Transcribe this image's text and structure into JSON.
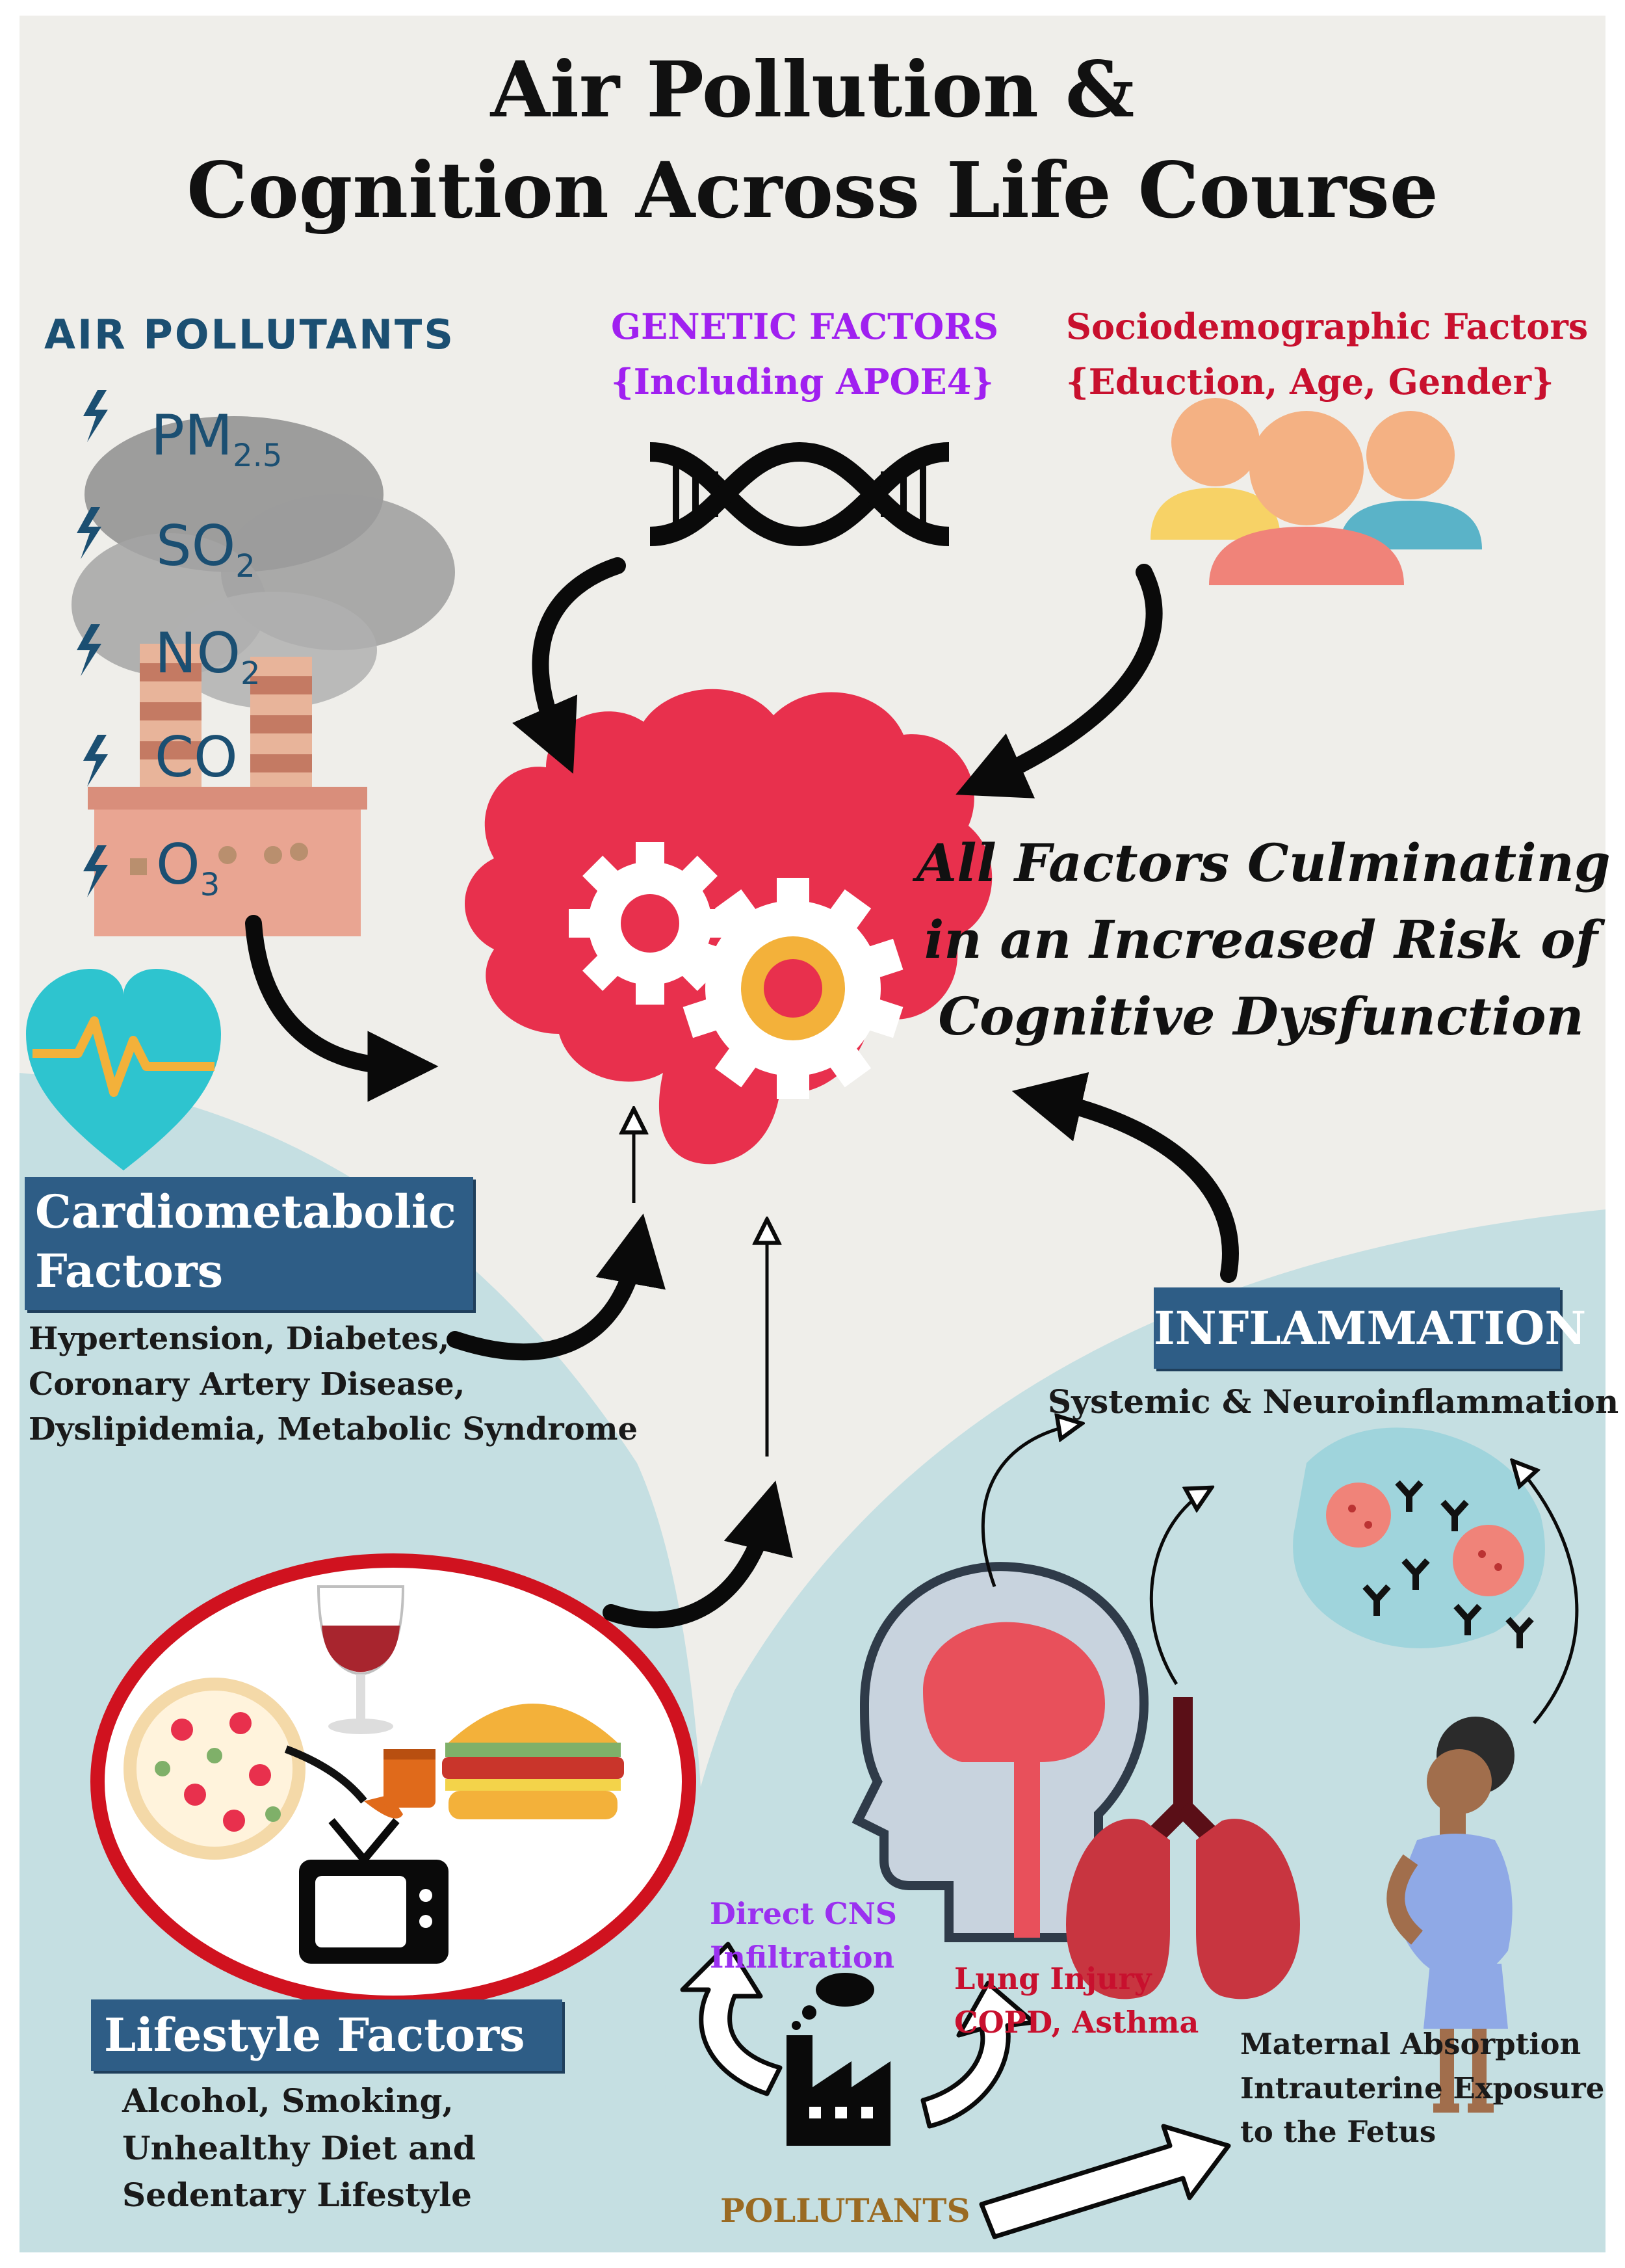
{
  "title": {
    "line1": "Air Pollution &",
    "line2": "Cognition Across Life Course"
  },
  "air_pollutants": {
    "heading": "AIR POLLUTANTS",
    "items": [
      {
        "base": "PM",
        "sub": "2.5"
      },
      {
        "base": "SO",
        "sub": "2"
      },
      {
        "base": "NO",
        "sub": "2"
      },
      {
        "base": "CO",
        "sub": ""
      },
      {
        "base": "O",
        "sub": "3"
      }
    ]
  },
  "genetic": {
    "line1": "GENETIC FACTORS",
    "line2": "{Including APOE4}"
  },
  "sociodemographic": {
    "line1": "Sociodemographic Factors",
    "line2": "{Eduction, Age, Gender}"
  },
  "center": {
    "line1": "All Factors Culminating",
    "line2": "in an Increased Risk of",
    "line3": "Cognitive Dysfunction"
  },
  "cardiometabolic": {
    "box_line1": "Cardiometabolic",
    "box_line2": "Factors",
    "details": [
      "Hypertension, Diabetes,",
      "Coronary Artery Disease,",
      "Dyslipidemia, Metabolic Syndrome"
    ]
  },
  "inflammation": {
    "box": "INFLAMMATION",
    "subtitle": "Systemic & Neuroinflammation"
  },
  "lifestyle": {
    "box": "Lifestyle Factors",
    "details": [
      "Alcohol, Smoking,",
      "Unhealthy Diet and",
      "Sedentary Lifestyle"
    ]
  },
  "pathways": {
    "cns": [
      "Direct CNS",
      "Infiltration"
    ],
    "lung": [
      "Lung Injury",
      "COPD, Asthma"
    ],
    "maternal": [
      "Maternal Absorption",
      "Intrauterine Exposure",
      "to the Fetus"
    ],
    "pollutants_label": "POLLUTANTS"
  },
  "colors": {
    "background": "#efeeea",
    "lower_panels": "#c5dfe2",
    "blue_box": "#2e5d86",
    "brain": "#e8304d",
    "genetic_text": "#a020f0",
    "socio_text": "#c8102e",
    "pollutant_text": "#1b4f72",
    "lifestyle_ring": "#d0121f"
  },
  "icons": [
    "factory-smoke-icon",
    "lightning-icon",
    "dna-icon",
    "people-icon",
    "brain-gears-icon",
    "heart-pulse-icon",
    "wine-glass-icon",
    "pizza-icon",
    "pipe-icon",
    "burger-icon",
    "tv-icon",
    "head-brain-icon",
    "lungs-icon",
    "pregnant-woman-icon",
    "immune-cells-icon",
    "factory-icon",
    "thought-bubble-icon"
  ]
}
